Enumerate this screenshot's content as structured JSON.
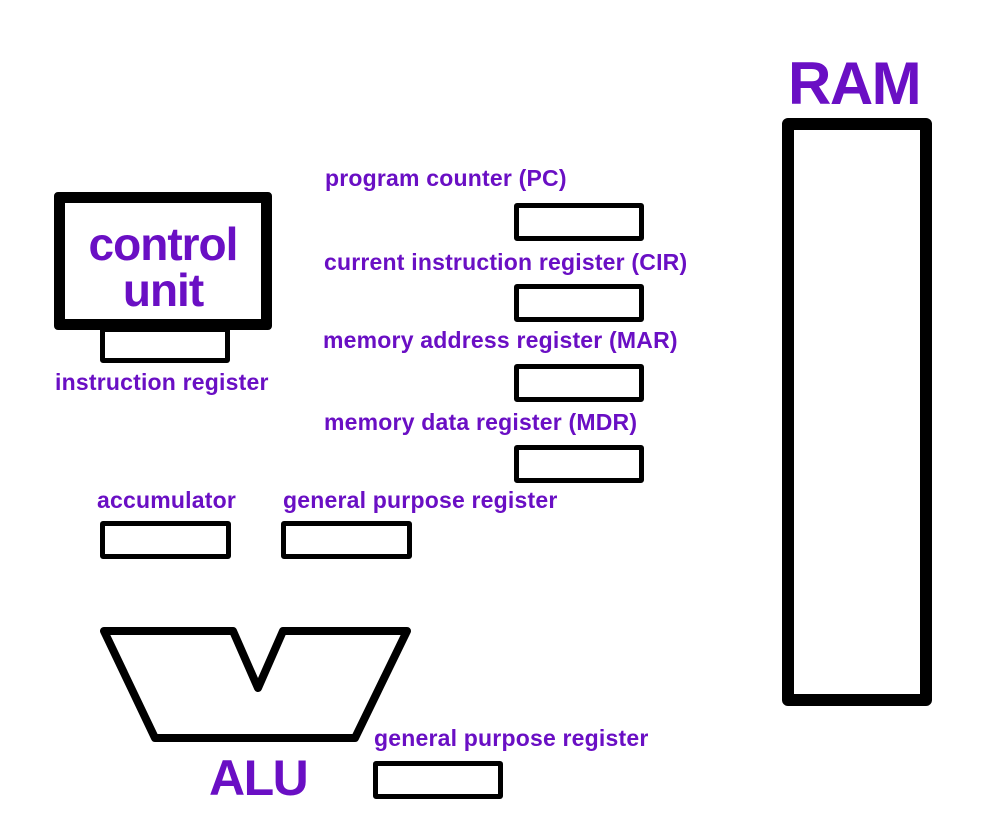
{
  "diagram": {
    "title_color": "#6a0fc4",
    "line_color": "#000000",
    "ram": {
      "label": "RAM"
    },
    "control_unit": {
      "line1": "control",
      "line2": "unit",
      "sub_register_label": "instruction register"
    },
    "registers": {
      "pc": "program counter (PC)",
      "cir": "current instruction register (CIR)",
      "mar": "memory address register (MAR)",
      "mdr": "memory data register (MDR)",
      "accumulator": "accumulator",
      "gpr_1": "general purpose register",
      "gpr_2": "general purpose register"
    },
    "alu": {
      "label": "ALU"
    }
  }
}
